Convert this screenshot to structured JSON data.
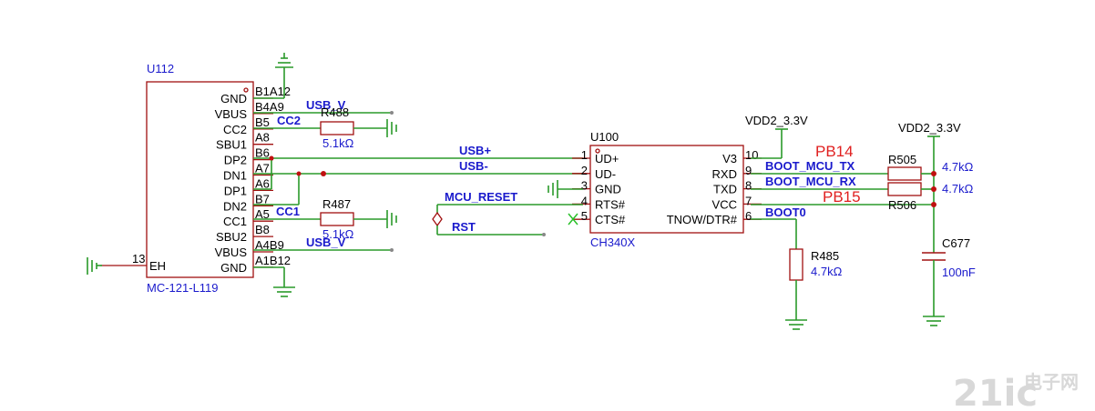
{
  "connector": {
    "ref": "U112",
    "part": "MC-121-L119",
    "pins": [
      {
        "name": "GND",
        "num": "B1A12"
      },
      {
        "name": "VBUS",
        "num": "B4A9"
      },
      {
        "name": "CC2",
        "num": "B5"
      },
      {
        "name": "SBU1",
        "num": "A8"
      },
      {
        "name": "DP2",
        "num": "B6"
      },
      {
        "name": "DN1",
        "num": "A7"
      },
      {
        "name": "DP1",
        "num": "A6"
      },
      {
        "name": "DN2",
        "num": "B7"
      },
      {
        "name": "CC1",
        "num": "A5"
      },
      {
        "name": "SBU2",
        "num": "B8"
      },
      {
        "name": "VBUS",
        "num": "A4B9"
      },
      {
        "name": "GND",
        "num": "A1B12"
      }
    ],
    "eh_name": "EH",
    "eh_num": "13"
  },
  "chip": {
    "ref": "U100",
    "part": "CH340X",
    "left_pins": [
      {
        "name": "UD+",
        "num": "1"
      },
      {
        "name": "UD-",
        "num": "2"
      },
      {
        "name": "GND",
        "num": "3"
      },
      {
        "name": "RTS#",
        "num": "4"
      },
      {
        "name": "CTS#",
        "num": "5"
      }
    ],
    "right_pins": [
      {
        "name": "V3",
        "num": "10"
      },
      {
        "name": "RXD",
        "num": "9"
      },
      {
        "name": "TXD",
        "num": "8"
      },
      {
        "name": "VCC",
        "num": "7"
      },
      {
        "name": "TNOW/DTR#",
        "num": "6"
      }
    ]
  },
  "resistors": [
    {
      "ref": "R488",
      "value": "5.1kΩ"
    },
    {
      "ref": "R487",
      "value": "5.1kΩ"
    },
    {
      "ref": "R505",
      "value": "4.7kΩ"
    },
    {
      "ref": "R506",
      "value": "4.7kΩ"
    },
    {
      "ref": "R485",
      "value": "4.7kΩ"
    }
  ],
  "capacitor": {
    "ref": "C677",
    "value": "100nF"
  },
  "nets": {
    "usb_v_top": "USB_V",
    "usb_v_bottom": "USB_V",
    "cc2": "CC2",
    "cc1": "CC1",
    "usb_plus": "USB+",
    "usb_minus": "USB-",
    "mcu_reset": "MCU_RESET",
    "rst": "RST",
    "vdd_chip": "VDD2_3.3V",
    "vdd_right": "VDD2_3.3V",
    "boot_tx": "BOOT_MCU_TX",
    "boot_rx": "BOOT_MCU_RX",
    "boot0": "BOOT0"
  },
  "annotations": {
    "pb14": "PB14",
    "pb15": "PB15"
  },
  "watermark": {
    "logo": "21ic",
    "text": "电子网"
  }
}
